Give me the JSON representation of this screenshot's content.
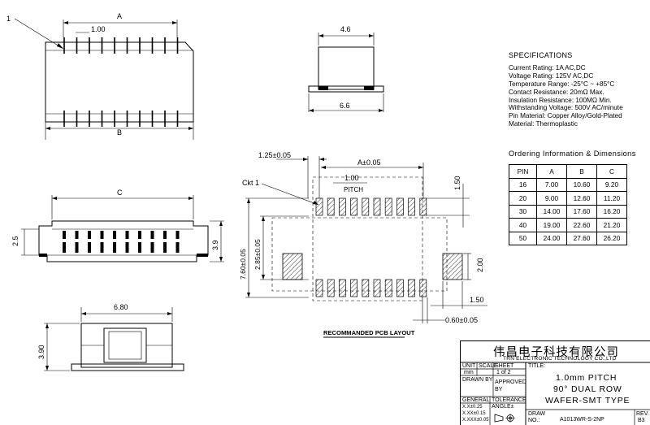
{
  "specifications": {
    "heading": "SPECIFICATIONS",
    "lines": [
      "Current Rating: 1A AC,DC",
      "Voltage Rating: 125V AC,DC",
      "Temperature Range: -25°C ~ +85°C",
      "Contact Resistance: 20mΩ Max.",
      "Insulation Resistance: 100MΩ Min.",
      "Withstanding Voltage: 500V AC/minute",
      "Pin Material: Copper Alloy/Gold-Plated",
      "Material: Thermoplastic"
    ]
  },
  "ordering": {
    "title": "Ordering Information & Dimensions",
    "headers": [
      "PIN",
      "A",
      "B",
      "C"
    ],
    "rows": [
      [
        "16",
        "7.00",
        "10.60",
        "9.20"
      ],
      [
        "20",
        "9.00",
        "12.60",
        "11.20"
      ],
      [
        "30",
        "14.00",
        "17.60",
        "16.20"
      ],
      [
        "40",
        "19.00",
        "22.60",
        "21.20"
      ],
      [
        "50",
        "24.00",
        "27.60",
        "26.20"
      ]
    ]
  },
  "top_view": {
    "label_a": "A",
    "pitch": "1.00",
    "label_b": "B",
    "pin_one": "1"
  },
  "front_view": {
    "label_c": "C",
    "height_left": "2.5",
    "height_right": "3.9"
  },
  "side_view": {
    "top_width": "4.6",
    "bottom_width": "6.6"
  },
  "bottom_view": {
    "width": "6.80",
    "height": "3.90"
  },
  "pcb_layout": {
    "offset": "1.25±0.05",
    "a_dim": "A±0.05",
    "pitch_value": "1.00",
    "pitch_label": "PITCH",
    "ckt": "Ckt 1",
    "pad_len": "1.50",
    "overall": "7.60±0.05",
    "inner": "2.85±0.05",
    "side_pad": "2.00",
    "side_pad_w": "1.50",
    "pad_w": "0.60±0.05",
    "caption": "RECOMMANDED PCB LAYOUT"
  },
  "title_block": {
    "company_cn": "伟昌电子科技有限公司",
    "company_en": "TRN ELECTRONIC TECHNOLOGY CO.,LTD",
    "unit_label": "UNIT",
    "unit_value": "mm",
    "scale_label": "SCALE",
    "sheet_label": "SHEET",
    "sheet_value": "1 of 2",
    "title_label": "TITLE:",
    "drawn_by": "DRAWN BY",
    "approved_by": "APPROVED BY",
    "general": "GENERAL",
    "tolerance": "TOLERANCE",
    "tol1": "X.X±0.25",
    "tol2": "X.XX±0.15",
    "tol3": "X.XXX±0.05",
    "angle": "ANGLE±",
    "title_line1": "1.0mm PITCH",
    "title_line2": "90° DUAL ROW",
    "title_line3": "WAFER-SMT TYPE",
    "draw_label": "DRAW NO.:",
    "draw_no": "A1013WR-S-2NP",
    "rev_label": "REV.",
    "rev_value": "B3"
  }
}
